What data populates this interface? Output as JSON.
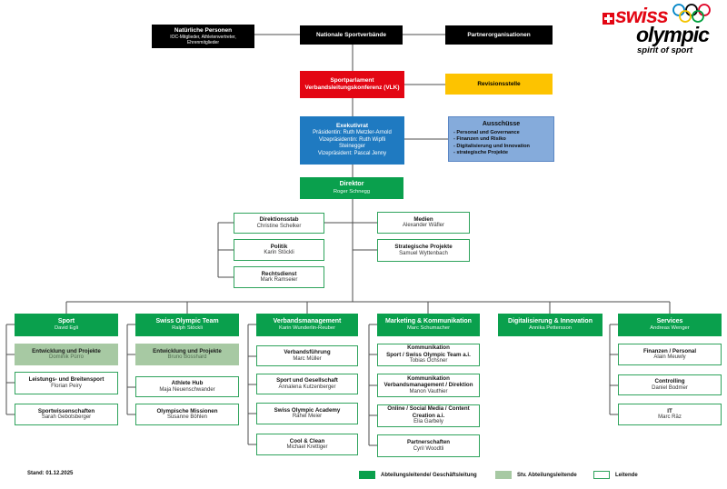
{
  "logo": {
    "swiss": "swiss",
    "olympic": "olympic",
    "tagline": "spirit of sport"
  },
  "colors": {
    "green": "#0AA04D",
    "light_green": "#A7C9A3",
    "blue": "#1F7AC1",
    "light_blue": "#85ABDB",
    "red": "#E30613",
    "yellow": "#FDC300",
    "black": "#000000"
  },
  "top_row": {
    "natuerliche_personen": {
      "title": "Natürliche Personen",
      "subtitle": "IOC-Mitglieder, Athletenvertreter,\nEhrenmitglieder"
    },
    "nationale_sportverbaende": {
      "title": "Nationale Sportverbände"
    },
    "partnerorganisationen": {
      "title": "Partnerorganisationen"
    }
  },
  "governance": {
    "sportparlament": {
      "title": "Sportparlament\nVerbandsleitungskonferenz (VLK)"
    },
    "revisionsstelle": {
      "title": "Revisionsstelle"
    },
    "exekutivrat": {
      "title": "Exekutivrat",
      "lines": "Präsidentin: Ruth Metzler-Arnold\nVizepräsidentin: Ruth Wipfli\nSteinegger\nVizepräsident: Pascal Jenny"
    },
    "ausschuesse": {
      "title": "Ausschüsse",
      "items": "- Personal und Governance\n- Finanzen und Risiko\n- Digitalisierung und Innovation\n- strategische Projekte"
    },
    "direktor": {
      "title": "Direktor",
      "name": "Roger Schnegg"
    }
  },
  "staff": {
    "direktionsstab": {
      "label": "Direktionsstab",
      "name": "Christine Schelker"
    },
    "politik": {
      "label": "Politik",
      "name": "Karin Stöckli"
    },
    "rechtsdienst": {
      "label": "Rechtsdienst",
      "name": "Mark Ramseier"
    },
    "medien": {
      "label": "Medien",
      "name": "Alexander Wäfler"
    },
    "strategische_projekte": {
      "label": "Strategische Projekte",
      "name": "Samuel Wyttenbach"
    }
  },
  "departments": [
    {
      "label": "Sport",
      "head": "David Egli",
      "subs": [
        {
          "label": "Entwicklung und Projekte",
          "name": "Dominik Pürro",
          "type": "deputy"
        },
        {
          "label": "Leistungs- und Breitensport",
          "name": "Florian Peiry",
          "type": "lead"
        },
        {
          "label": "Sportwissenschaften",
          "name": "Sarah Gebotsberger",
          "type": "lead"
        }
      ]
    },
    {
      "label": "Swiss Olympic Team",
      "head": "Ralph Stöckli",
      "subs": [
        {
          "label": "Entwicklung und Projekte",
          "name": "Bruno Bosshard",
          "type": "deputy"
        },
        {
          "label": "Athlete Hub",
          "name": "Maja Neuenschwander",
          "type": "lead"
        },
        {
          "label": "Olympische Missionen",
          "name": "Susanne Böhlen",
          "type": "lead"
        }
      ]
    },
    {
      "label": "Verbandsmanagement",
      "head": "Karin Wunderlin-Reuber",
      "subs": [
        {
          "label": "Verbandsführung",
          "name": "Marc Müller",
          "type": "lead"
        },
        {
          "label": "Sport und Gesellschaft",
          "name": "Annalena Kutzenberger",
          "type": "lead"
        },
        {
          "label": "Swiss Olympic Academy",
          "name": "Rahel Meier",
          "type": "lead"
        },
        {
          "label": "Cool & Clean",
          "name": "Michael Krettiger",
          "type": "lead"
        }
      ]
    },
    {
      "label": "Marketing & Kommunikation",
      "head": "Marc Schumacher",
      "subs": [
        {
          "label": "Kommunikation\nSport / Swiss Olympic Team a.i.",
          "name": "Tobias Ochsner",
          "type": "lead"
        },
        {
          "label": "Kommunikation\nVerbandsmanagement / Direktion",
          "name": "Manon Vauthier",
          "type": "lead"
        },
        {
          "label": "Online / Social Media / Content Creation a.i.",
          "name": "Elia Garbely",
          "type": "lead"
        },
        {
          "label": "Partnerschaften",
          "name": "Cyril Woodtli",
          "type": "lead"
        }
      ]
    },
    {
      "label": "Digitalisierung & Innovation",
      "head": "Annika Pettersson",
      "subs": []
    },
    {
      "label": "Services",
      "head": "Andreas Wenger",
      "subs": [
        {
          "label": "Finanzen / Personal",
          "name": "Alain Meuwly",
          "type": "lead"
        },
        {
          "label": "Controlling",
          "name": "Daniel Bodmer",
          "type": "lead"
        },
        {
          "label": "IT",
          "name": "Marc Räz",
          "type": "lead"
        }
      ]
    }
  ],
  "footer": {
    "stand": "Stand: 01.12.2025",
    "legend": [
      {
        "label": "Abteilungsleitende/ Geschäftsleitung"
      },
      {
        "label": "Stv. Abteilungsleitende"
      },
      {
        "label": "Leitende"
      }
    ]
  }
}
